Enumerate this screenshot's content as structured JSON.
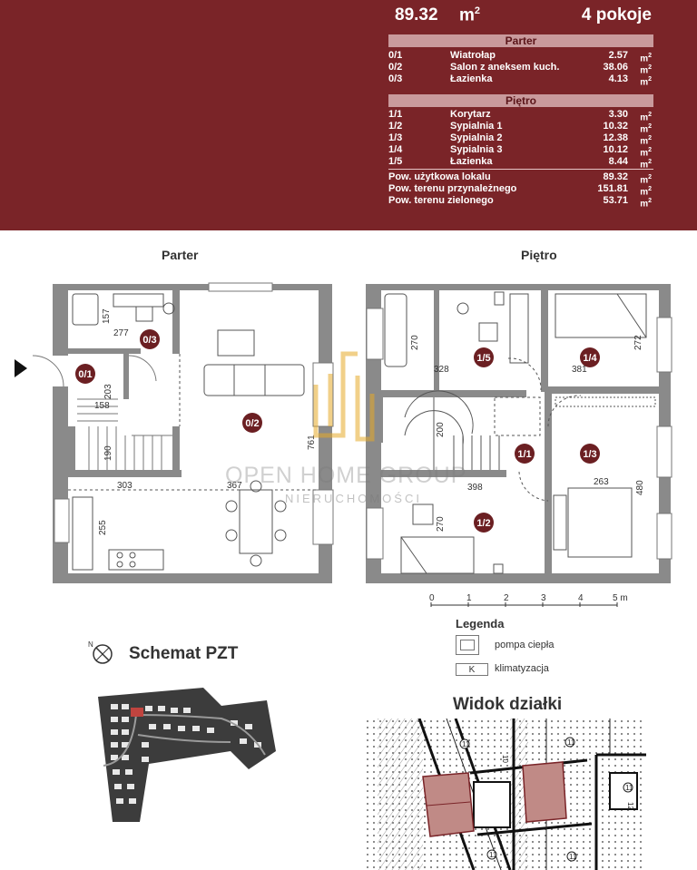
{
  "header": {
    "area": "89.32",
    "unit": "m",
    "unit_sup": "2",
    "rooms": "4 pokoje"
  },
  "parter": {
    "title": "Parter",
    "rows": [
      {
        "id": "0/1",
        "name": "Wiatrołap",
        "area": "2.57"
      },
      {
        "id": "0/2",
        "name": "Salon z aneksem kuch.",
        "area": "38.06"
      },
      {
        "id": "0/3",
        "name": "Łazienka",
        "area": "4.13"
      }
    ]
  },
  "pietro": {
    "title": "Piętro",
    "rows": [
      {
        "id": "1/1",
        "name": "Korytarz",
        "area": "3.30"
      },
      {
        "id": "1/2",
        "name": "Sypialnia 1",
        "area": "10.32"
      },
      {
        "id": "1/3",
        "name": "Sypialnia 2",
        "area": "12.38"
      },
      {
        "id": "1/4",
        "name": "Sypialnia 3",
        "area": "10.12"
      },
      {
        "id": "1/5",
        "name": "Łazienka",
        "area": "8.44"
      }
    ]
  },
  "totals": [
    {
      "name": "Pow. użytkowa lokalu",
      "area": "89.32"
    },
    {
      "name": "Pow. terenu przynależnego",
      "area": "151.81"
    },
    {
      "name": "Pow. terenu zielonego",
      "area": "53.71"
    }
  ],
  "unit_m": "m",
  "unit_m_sup": "2",
  "plans": {
    "parter_title": "Parter",
    "pietro_title": "Piętro"
  },
  "watermark": {
    "line1": "OPEN HOME GROUP",
    "line2": "NIERUCHOMOŚCI"
  },
  "scale": {
    "ticks": [
      "0",
      "1",
      "2",
      "3",
      "4",
      "5 m"
    ]
  },
  "legend": {
    "title": "Legenda",
    "items": [
      {
        "label": "pompa ciepła"
      },
      {
        "box": "K",
        "label": "klimatyzacja"
      }
    ]
  },
  "pzt": {
    "title": "Schemat PZT"
  },
  "widok": {
    "title": "Widok działki"
  },
  "colors": {
    "header_bg": "#7a2428",
    "band_bg": "#c99a9c",
    "badge": "#6b1f22",
    "highlight": "#c08a86"
  }
}
